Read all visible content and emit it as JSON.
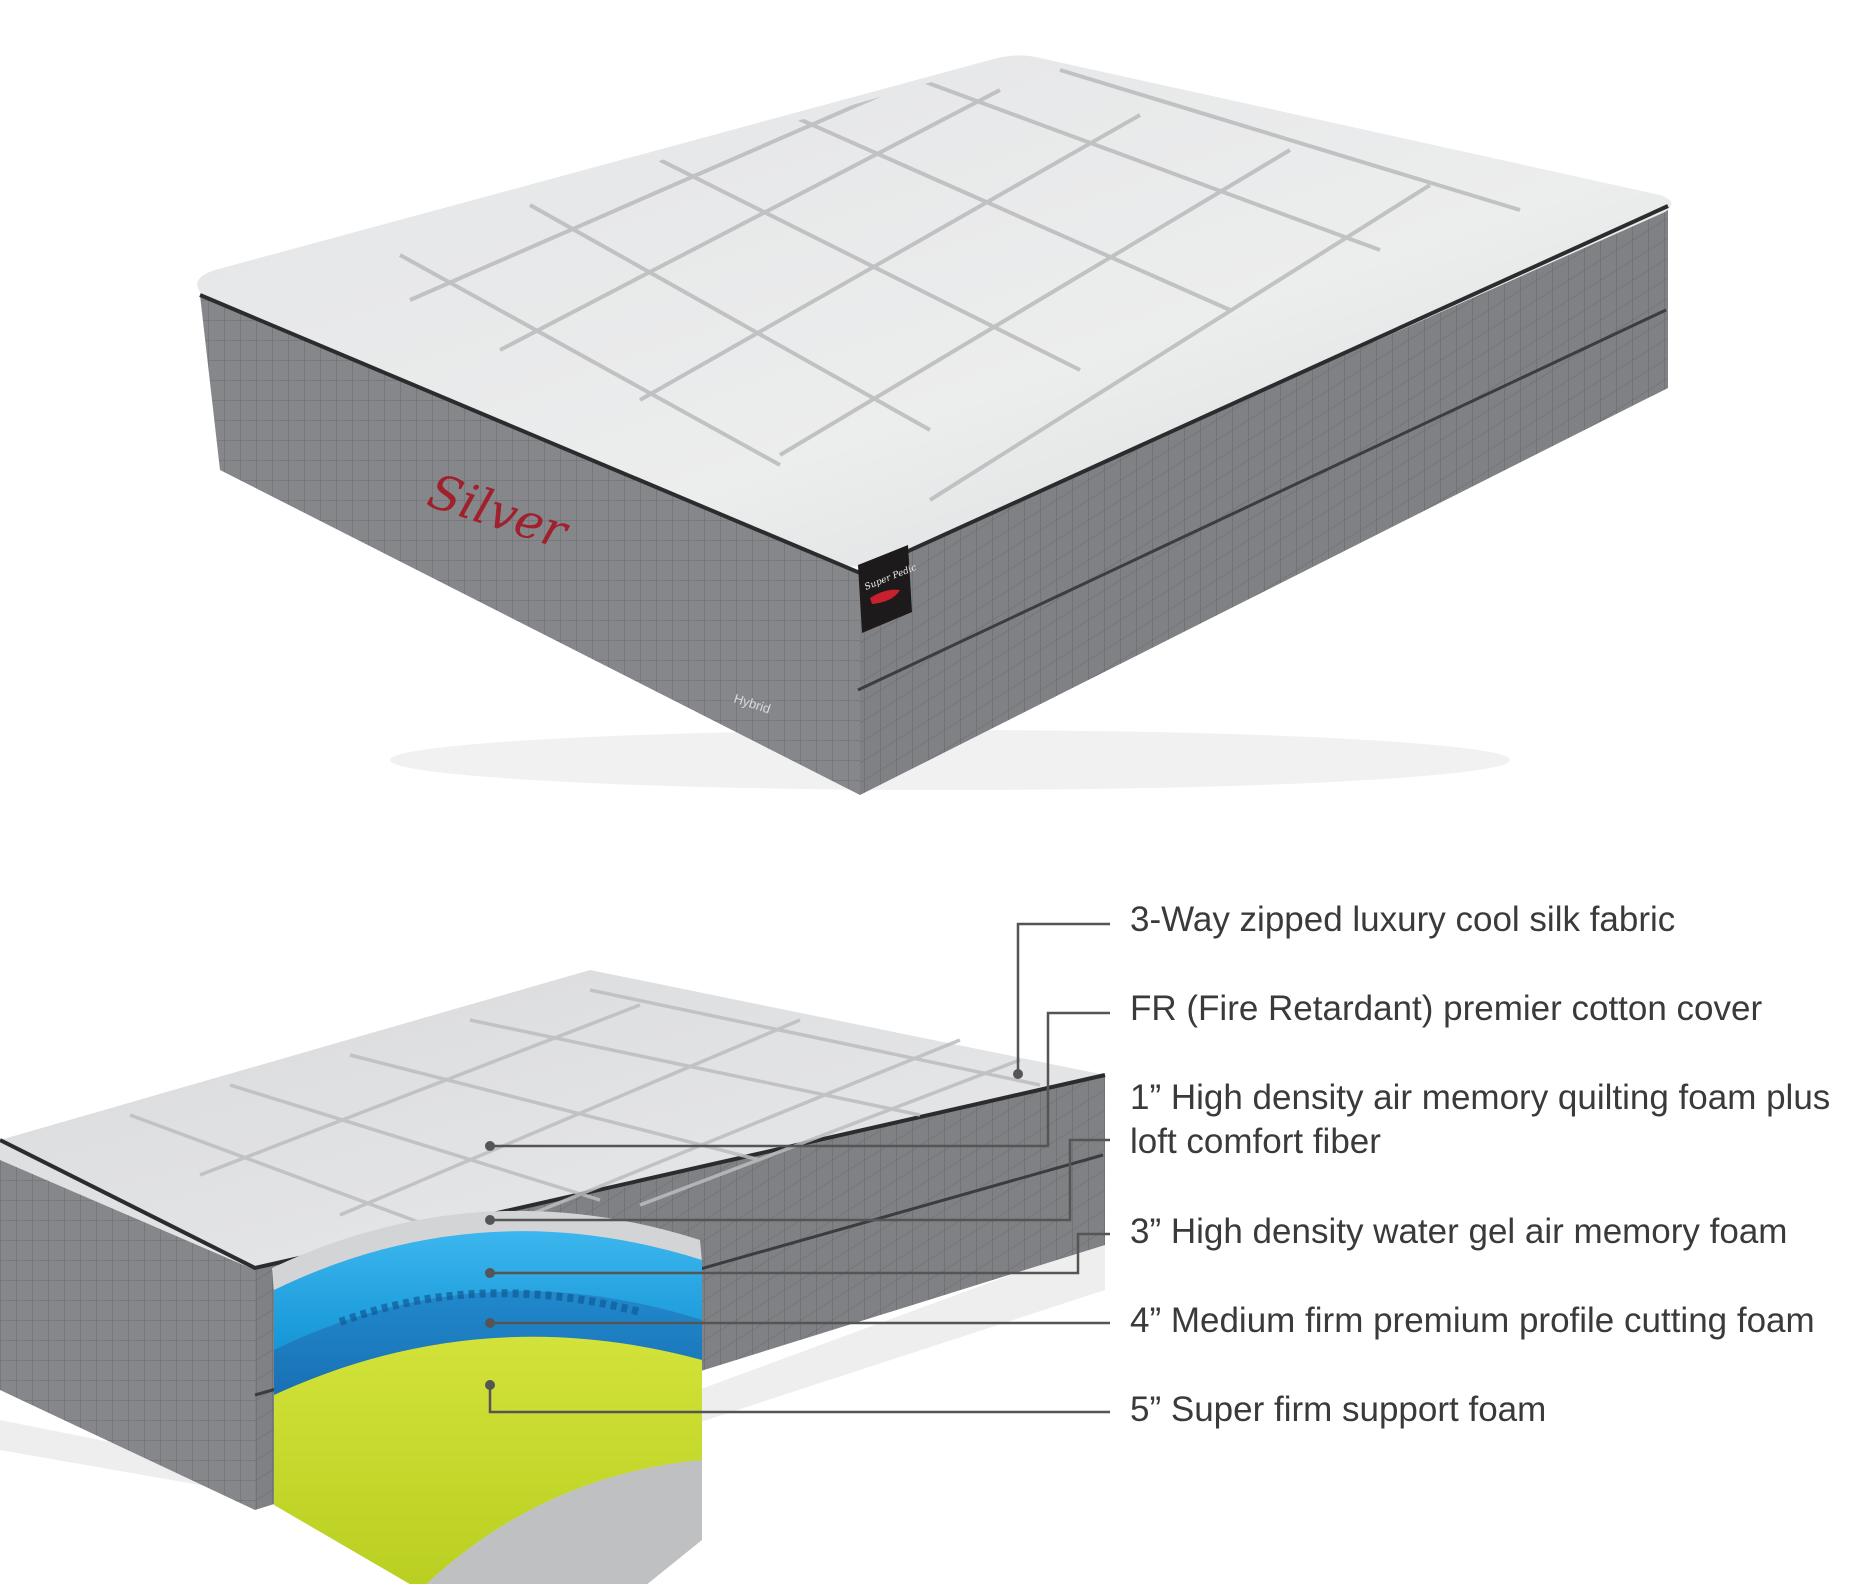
{
  "product": {
    "model_script": "Silver",
    "hybrid_tag": "Hybrid",
    "brand_label": "Super Pedic"
  },
  "layers": [
    {
      "id": "fabric",
      "label": "3-Way zipped luxury cool silk fabric"
    },
    {
      "id": "cover",
      "label": "FR (Fire Retardant) premier cotton cover"
    },
    {
      "id": "quilting",
      "label_line1": "1” High density air memory quilting foam plus",
      "label_line2": "loft comfort fiber"
    },
    {
      "id": "gel",
      "label": "3” High density water gel air memory foam"
    },
    {
      "id": "profile",
      "label": "4” Medium firm premium profile cutting foam"
    },
    {
      "id": "support",
      "label": "5” Super firm support foam"
    }
  ],
  "colors": {
    "top_fabric": "#e6e7e9",
    "side_fabric": "#86888c",
    "model_script": "#a0202c",
    "gel_layer": "#1fa3e0",
    "profile_layer": "#1b7fc2",
    "support_layer": "#c6db2a",
    "leader_line": "#555555",
    "label_text": "#3a3a3a"
  }
}
